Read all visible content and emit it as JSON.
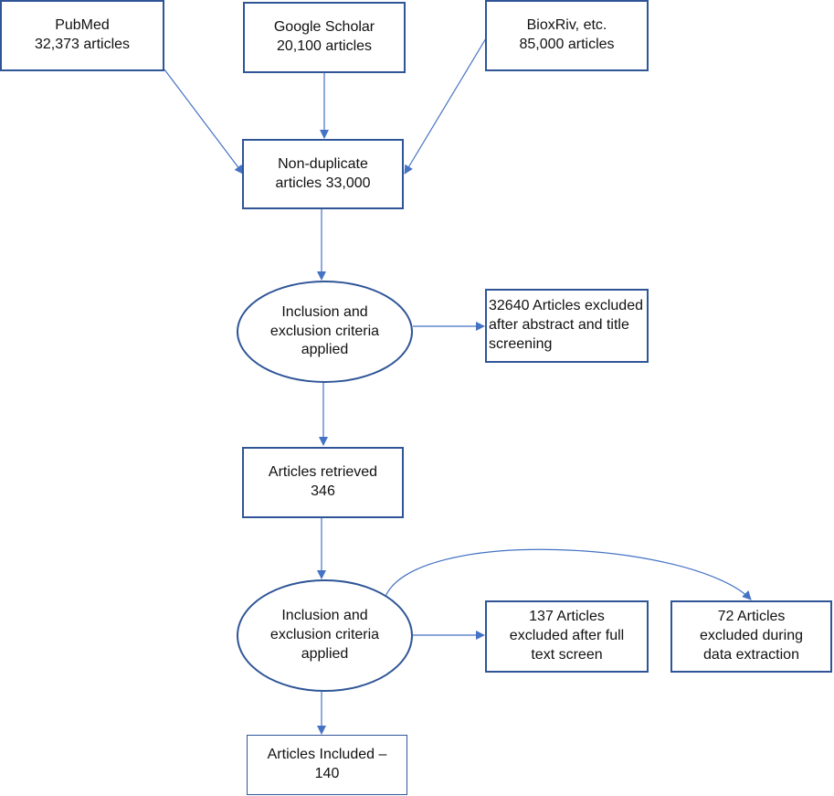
{
  "nodes": {
    "pubmed": {
      "line1": "PubMed",
      "line2": "32,373 articles"
    },
    "scholar": {
      "line1": "Google Scholar",
      "line2": "20,100 articles"
    },
    "bioxriv": {
      "line1": "BioxRiv, etc.",
      "line2": "85,000 articles"
    },
    "nonduplicate": {
      "line1": "Non-duplicate",
      "line2": "articles 33,000"
    },
    "criteria1": {
      "line1": "Inclusion and",
      "line2": "exclusion criteria",
      "line3": "applied"
    },
    "excluded_abstract": {
      "line1": "32640 Articles excluded",
      "line2": "after  abstract and title",
      "line3": "screening"
    },
    "retrieved": {
      "line1": "Articles retrieved",
      "line2": "346"
    },
    "criteria2": {
      "line1": "Inclusion and",
      "line2": "exclusion criteria",
      "line3": "applied"
    },
    "excluded_fulltext": {
      "line1": "137 Articles",
      "line2": "excluded after full",
      "line3": "text screen"
    },
    "excluded_extraction": {
      "line1": "72 Articles",
      "line2": "excluded during",
      "line3": "data extraction"
    },
    "included": {
      "line1": "Articles  Included –",
      "line2": "140"
    }
  },
  "colors": {
    "border": "#2f5597",
    "arrow": "#4472c4"
  }
}
